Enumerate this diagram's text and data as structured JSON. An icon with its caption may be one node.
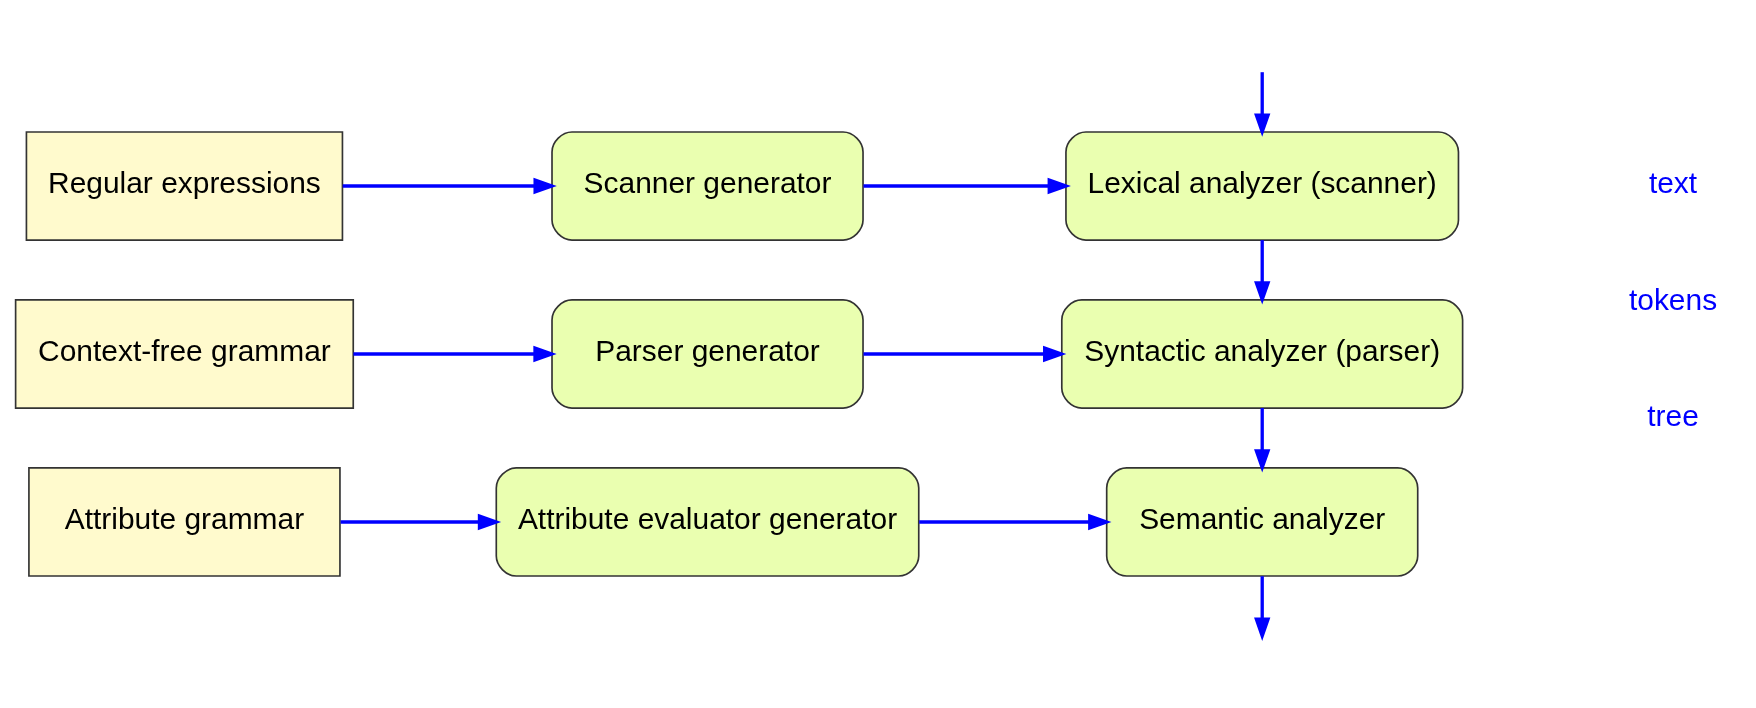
{
  "diagram": {
    "nodes": [
      {
        "text": [
          "Regular expressions"
        ]
      },
      {
        "text": [
          "Scanner generator"
        ]
      },
      {
        "text": [
          "Lexical analyzer (scanner)"
        ]
      },
      {
        "text": [
          "Context-free grammar"
        ]
      },
      {
        "text": [
          "Parser generator"
        ]
      },
      {
        "text": [
          "Syntactic analyzer (parser)"
        ]
      },
      {
        "text": [
          "Attribute grammar"
        ]
      },
      {
        "text": [
          "Attribute evaluator generator"
        ]
      },
      {
        "text": [
          "Semantic analyzer"
        ]
      }
    ],
    "edges": [
      {
        "from": 0,
        "to": 1,
        "arrow": "to"
      },
      {
        "from": 1,
        "to": 2,
        "arrow": "to"
      },
      {
        "from": null,
        "to": 2,
        "arrow": "to"
      },
      {
        "from": 2,
        "to": 5,
        "arrow": "to"
      },
      {
        "from": 3,
        "to": 4,
        "arrow": "to"
      },
      {
        "from": 4,
        "to": 5,
        "arrow": "to"
      },
      {
        "from": 5,
        "to": 8,
        "arrow": "to"
      },
      {
        "from": 6,
        "to": 7,
        "arrow": "to"
      },
      {
        "from": 7,
        "to": 8,
        "arrow": "to"
      },
      {
        "from": 8,
        "to": null,
        "arrow": "to"
      }
    ],
    "labels": [
      "text",
      "tokens",
      "tree"
    ]
  }
}
